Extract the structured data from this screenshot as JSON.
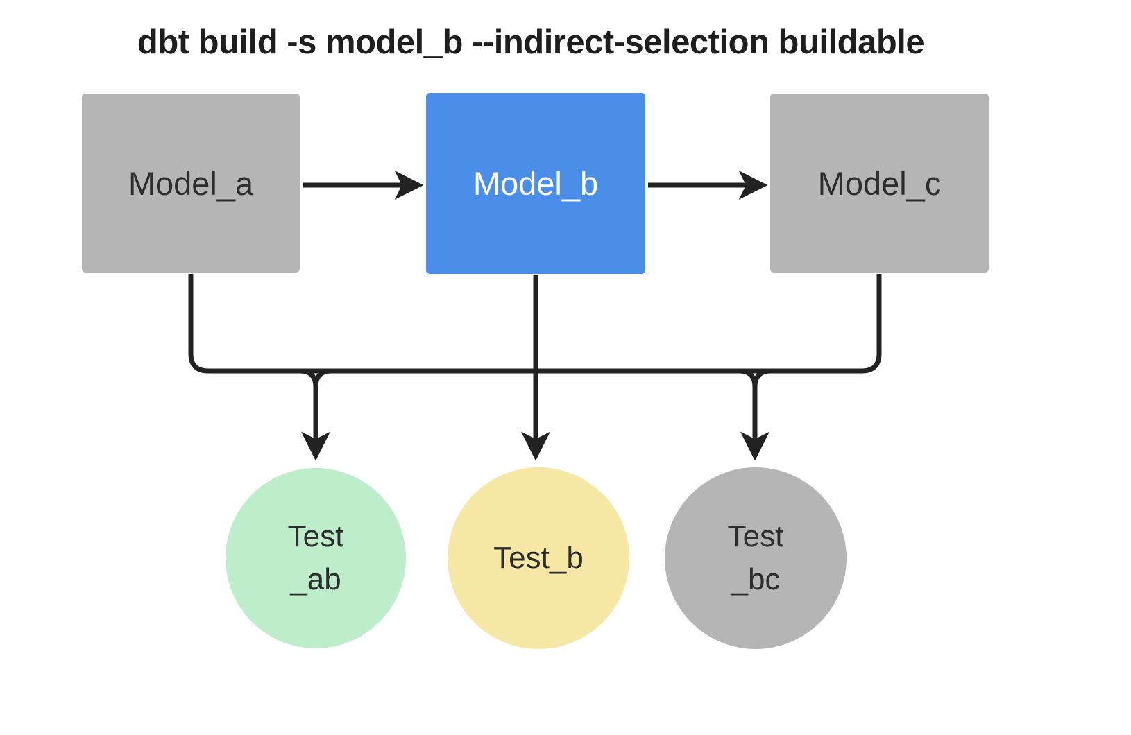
{
  "title": "dbt build -s model_b --indirect-selection buildable",
  "colors": {
    "node-gray": "#b5b5b5",
    "node-blue": "#4a8ee9",
    "node-green": "#bdedca",
    "node-yellow": "#f7e7a4",
    "line": "#222222",
    "text-dark": "#2d2d2d",
    "text-light": "#ffffff"
  },
  "nodes": {
    "model_a": {
      "label": "Model_a",
      "type": "model",
      "highlighted": false
    },
    "model_b": {
      "label": "Model_b",
      "type": "model",
      "highlighted": true
    },
    "model_c": {
      "label": "Model_c",
      "type": "model",
      "highlighted": false
    },
    "test_ab": {
      "line1": "Test",
      "line2": "_ab",
      "type": "test"
    },
    "test_b": {
      "label": "Test_b",
      "type": "test"
    },
    "test_bc": {
      "line1": "Test",
      "line2": "_bc",
      "type": "test"
    }
  },
  "edges": [
    {
      "from": "model_a",
      "to": "model_b"
    },
    {
      "from": "model_b",
      "to": "model_c"
    },
    {
      "from": "model_a",
      "to": "test_ab"
    },
    {
      "from": "model_b",
      "to": "test_ab"
    },
    {
      "from": "model_b",
      "to": "test_b"
    },
    {
      "from": "model_b",
      "to": "test_bc"
    },
    {
      "from": "model_c",
      "to": "test_bc"
    }
  ]
}
